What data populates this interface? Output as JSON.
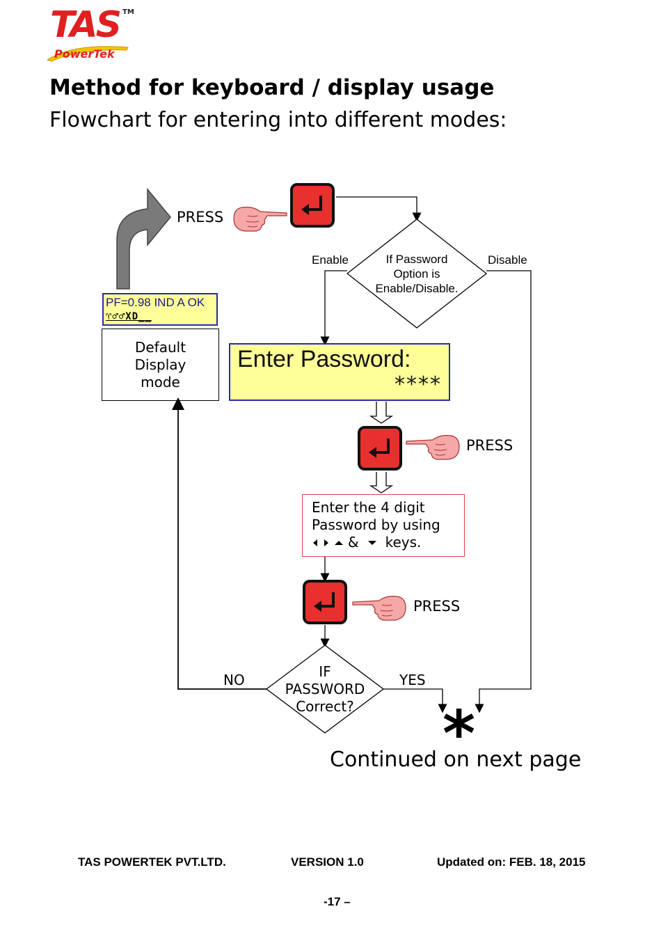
{
  "logo": {
    "brand": "TAS",
    "tm": "TM",
    "sub": "PowerTek"
  },
  "heading": "Method for keyboard / display usage",
  "subheading": "Flowchart for entering into different modes:",
  "flow": {
    "press_1": "PRESS",
    "press_2": "PRESS",
    "press_3": "PRESS",
    "enable": "Enable",
    "disable": "Disable",
    "diamond_1": [
      "If Password",
      "Option is",
      "Enable/Disable."
    ],
    "lcd_small": {
      "line1": "PF=0.98 IND A OK",
      "line2": "♈♂♂XD__"
    },
    "default_box": [
      "Default",
      "Display",
      "mode"
    ],
    "pwd_lcd": {
      "title": "Enter Password:",
      "stars": "****"
    },
    "digit_box": [
      "Enter the 4 digit",
      "Password by using",
      "keys."
    ],
    "digit_keys_amp": "&",
    "diamond_2": [
      "IF",
      "PASSWORD",
      "Correct?"
    ],
    "no": "NO",
    "yes": "YES",
    "star": "*",
    "continued": "Continued on next page"
  },
  "footer": {
    "company": "TAS POWERTEK PVT.LTD.",
    "version": "VERSION 1.0",
    "updated": "Updated on: FEB. 18, 2015",
    "page": "-17 –"
  },
  "colors": {
    "brand_red": "#e02020",
    "lcd_yellow": "#ffff99",
    "lcd_border": "#2a2ab0",
    "enter_red": "#e8302e",
    "hand_pink": "#f6a8a8"
  }
}
